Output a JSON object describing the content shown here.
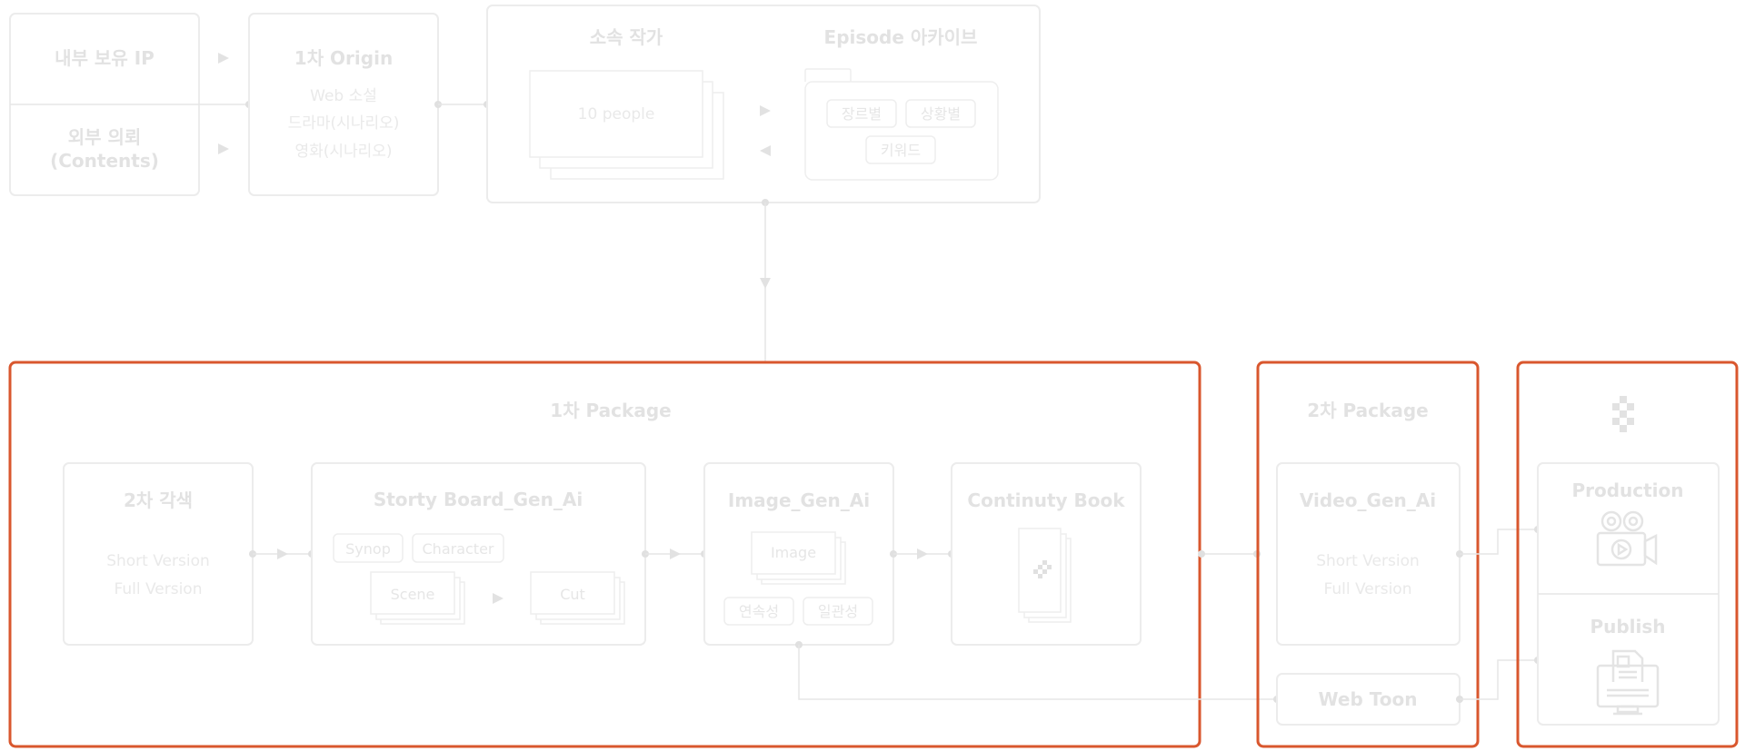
{
  "inputs": {
    "internal_ip": "내부 보유 IP",
    "external_line1": "외부 의뢰",
    "external_line2": "(Contents)"
  },
  "origin": {
    "title": "1차 Origin",
    "items": [
      "Web 소설",
      "드라마(시나리오)",
      "영화(시나리오)"
    ]
  },
  "writers": {
    "title": "소속 작가",
    "count_label": "10 people"
  },
  "archive": {
    "title": "Episode 아카이브",
    "tags": [
      "장르별",
      "상황별",
      "키워드"
    ]
  },
  "package1": {
    "title": "1차 Package",
    "adaptation": {
      "title": "2차 각색",
      "items": [
        "Short Version",
        "Full Version"
      ]
    },
    "storyboard": {
      "title": "Storty Board_Gen_Ai",
      "tags": [
        "Synop",
        "Character"
      ],
      "scene": "Scene",
      "cut": "Cut"
    },
    "image_gen": {
      "title": "Image_Gen_Ai",
      "image": "Image",
      "tags": [
        "연속성",
        "일관성"
      ]
    },
    "continuity": {
      "title": "Continuty Book"
    }
  },
  "package2": {
    "title": "2차 Package",
    "video": {
      "title": "Video_Gen_Ai",
      "items": [
        "Short Version",
        "Full Version"
      ]
    },
    "webtoon": "Web Toon"
  },
  "output": {
    "production": "Production",
    "publish": "Publish"
  },
  "colors": {
    "accent": "#d9572e",
    "ghost_text": "#e2e2e2",
    "ghost_border": "#ececec"
  },
  "icons": [
    "play-arrow-icon",
    "logo-mark-icon",
    "film-camera-icon",
    "publish-monitor-icon",
    "document-stack-icon"
  ]
}
